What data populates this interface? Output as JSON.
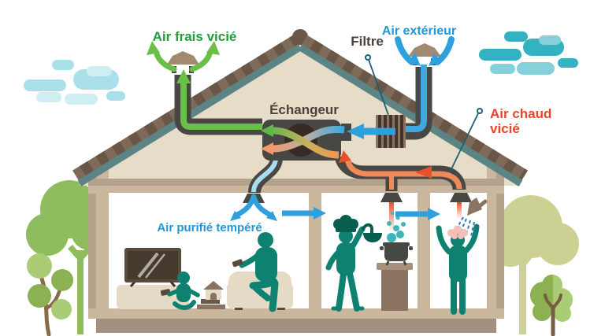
{
  "labels": {
    "air_frais": {
      "text": "Air frais vicié",
      "color": "#1f9e3b"
    },
    "filtre": {
      "text": "Filtre",
      "color": "#4a423c"
    },
    "air_exterieur": {
      "text": "Air extérieur",
      "color": "#2196d6"
    },
    "echangeur": {
      "text": "Échangeur",
      "color": "#4a423c"
    },
    "air_chaud_1": {
      "text": "Air chaud",
      "color": "#e8452b"
    },
    "air_chaud_2": {
      "text": "vicié",
      "color": "#e8452b"
    },
    "air_purifie": {
      "text": "Air purifié tempéré",
      "color": "#2196d6"
    }
  },
  "colors": {
    "arrow_green": "#6abf48",
    "arrow_blue": "#2da0dd",
    "arrow_red": "#e8512c",
    "arrow_salmon": "#f2996a",
    "duct": "#474743",
    "duct_stripe_blue": "#a8dcf2",
    "flow_blue": "#3fa8e0",
    "roof_shingle": "#7d6a58",
    "roof_shingle_dark": "#6a5646",
    "roof_underlay": "#5c8484",
    "wall_tan": "#cbb79e",
    "wall_tan_dark": "#b5a28c",
    "attic_beige": "#e7dcc7",
    "plinth": "#a39080",
    "person_teal": "#0f8170",
    "person_teal_dark": "#0a5e50",
    "furniture_beige": "#e4dac6",
    "wood_brown": "#8a7360",
    "wood_dark": "#5a4a3c",
    "steam_teal": "#3fb5ba",
    "foam_pink": "#f2c0ba",
    "cloud_left": "#a9e0ea",
    "cloud_left_light": "#cfeef4",
    "cloud_right": "#35b2c2",
    "cloud_right_light": "#85d0d9",
    "tree_green": "#8fbc5d",
    "tree_olive": "#ccd193",
    "tree_leaf_dark": "#8cb152",
    "tree_leaf_light": "#a9cc74",
    "trunk_brown": "#8a6a4c"
  },
  "scene": {
    "icons": [
      "exhaust-chimney-icon",
      "intake-chimney-icon",
      "heat-exchanger-icon",
      "filter-icon",
      "ceiling-vent-icon",
      "tv-icon",
      "armchair-icon",
      "toy-blocks-icon",
      "cooking-pot-icon",
      "ladle-icon",
      "shower-head-icon",
      "cloud-icon",
      "tree-icon"
    ],
    "people": [
      "child-playing",
      "adult-on-armchair",
      "cook",
      "person-showering"
    ]
  }
}
